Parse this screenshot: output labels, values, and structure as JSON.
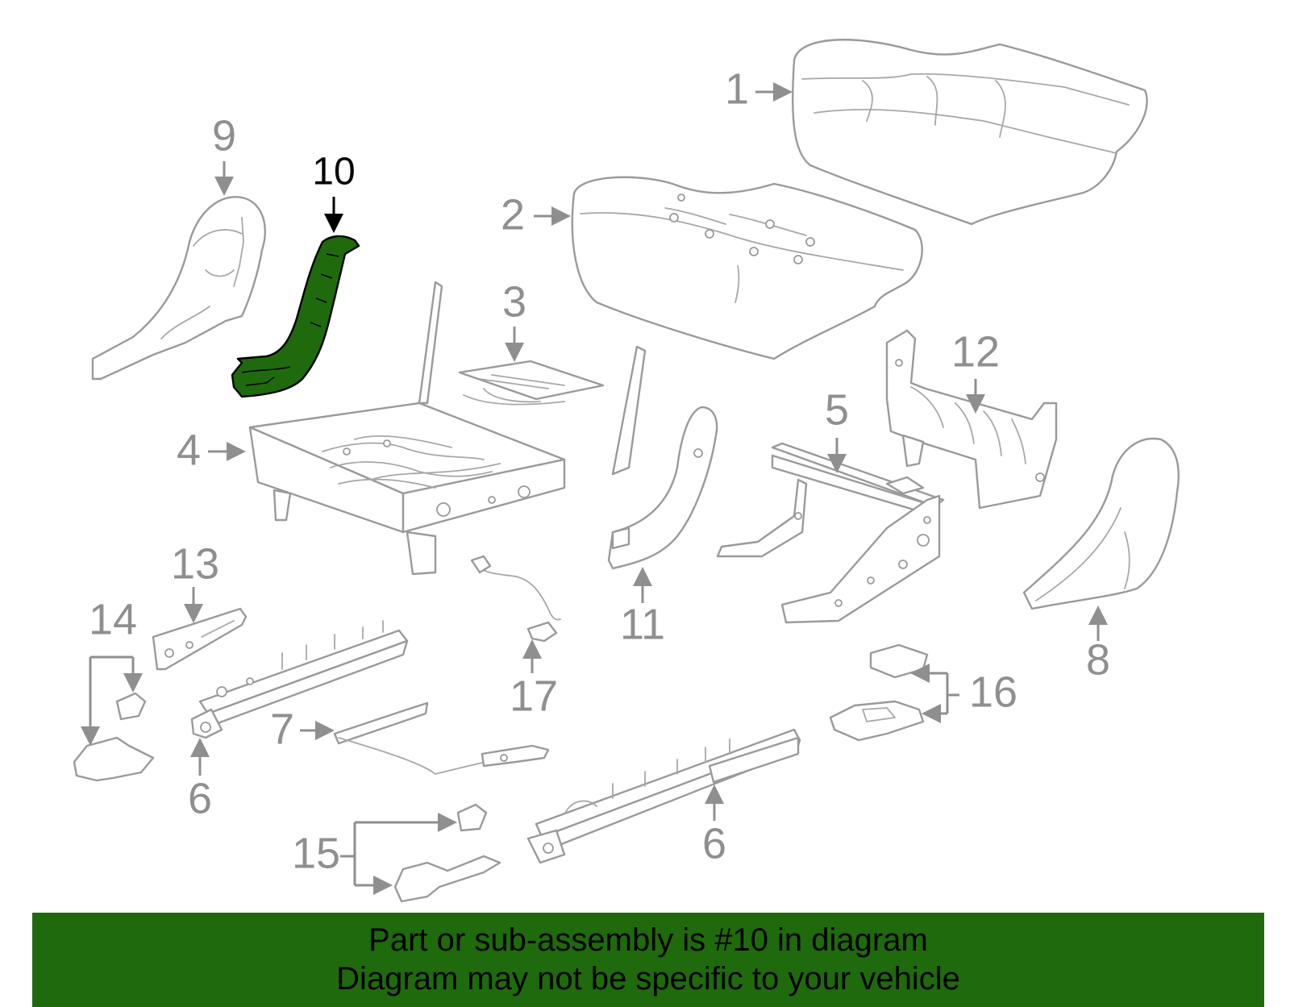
{
  "diagram": {
    "highlighted_callout": "10",
    "highlight_color": "#1f6a0c",
    "callouts": {
      "c1": "1",
      "c2": "2",
      "c3": "3",
      "c4": "4",
      "c5": "5",
      "c6a": "6",
      "c6b": "6",
      "c7": "7",
      "c8": "8",
      "c9": "9",
      "c10": "10",
      "c11": "11",
      "c12": "12",
      "c13": "13",
      "c14": "14",
      "c15": "15",
      "c16": "16",
      "c17": "17"
    }
  },
  "banner": {
    "line1": "Part or sub-assembly is #10 in diagram",
    "line2": "Diagram may not be specific to your vehicle"
  }
}
